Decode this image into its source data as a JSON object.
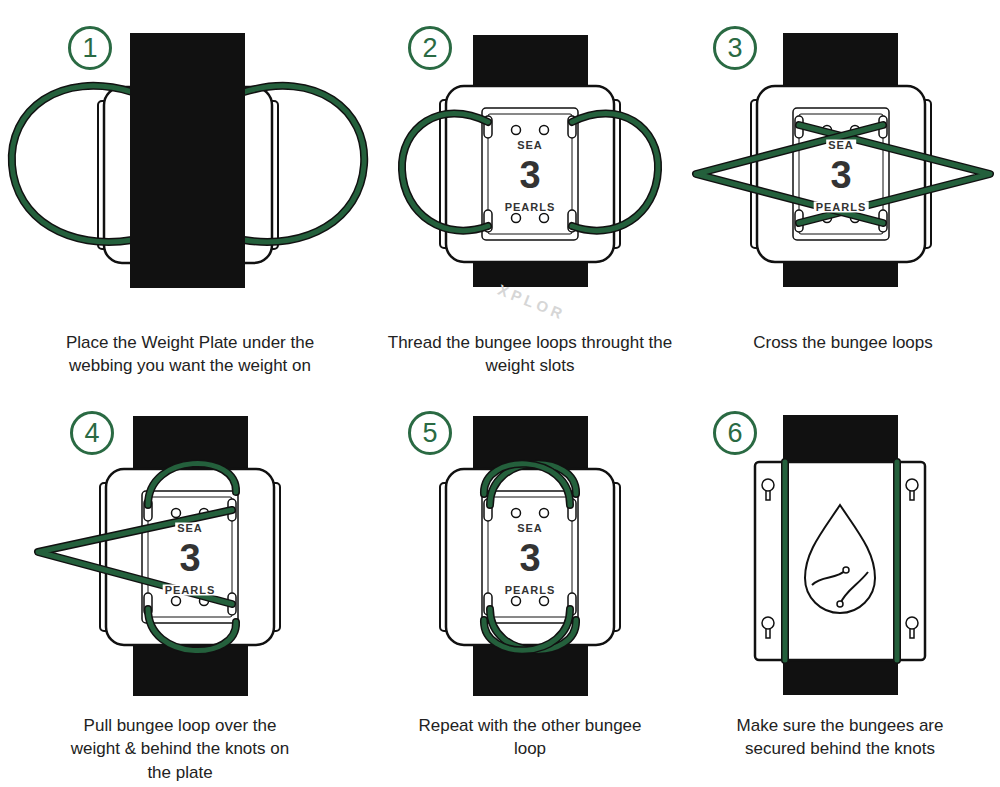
{
  "diagram": {
    "nodes": [
      {
        "text": [
          "1"
        ]
      },
      {
        "text": [
          "2"
        ]
      },
      {
        "text": [
          "3"
        ]
      },
      {
        "text": [
          "4"
        ]
      },
      {
        "text": [
          "5"
        ]
      },
      {
        "text": [
          "6"
        ]
      }
    ],
    "labels": [
      "Place the Weight Plate under the webbing you want the weight on",
      "SEA",
      "3",
      "PEARLS",
      "XPLOR",
      "Thread the bungee loops throught the weight slots",
      "SEA",
      "3",
      "PEARLS",
      "Cross the bungee loops",
      "SEA",
      "3",
      "PEARLS",
      "Pull bungee loop over the weight & behind the knots on the plate",
      "SEA",
      "3",
      "PEARLS",
      "Repeat with the other bungee loop",
      "Make sure the bungees are secured behind the knots"
    ]
  }
}
